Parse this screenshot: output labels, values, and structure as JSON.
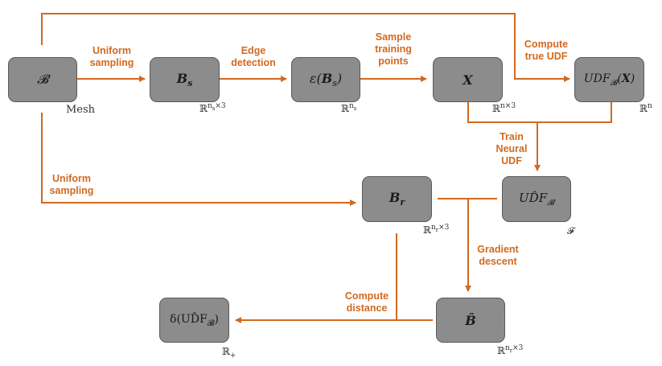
{
  "colors": {
    "arrow": "#d2691e",
    "node_fill": "#8c8c8c",
    "node_border": "#5a5a5a"
  },
  "nodes": {
    "mesh": {
      "label": "𝓑",
      "caption": "Mesh"
    },
    "bs": {
      "label": "B_s",
      "space": "ℝ^{n_s×3}"
    },
    "edges": {
      "label": "ε(B_s)",
      "space": "ℝ^{n_s}"
    },
    "x": {
      "label": "X",
      "space": "ℝ^{n×3}"
    },
    "udf": {
      "label": "UDF_𝓑(X)",
      "space": "ℝ^n"
    },
    "br": {
      "label": "B_r",
      "space": "ℝ^{n_r×3}"
    },
    "udfhat": {
      "label": "UD̂F_𝓑",
      "space": "𝓕"
    },
    "bhat": {
      "label": "B̂",
      "space": "ℝ^{n_r×3}"
    },
    "dist": {
      "label": "δ(UD̂F_𝓑)",
      "space": "ℝ_+"
    }
  },
  "edge_labels": {
    "uniform_sampling_1": [
      "Uniform",
      "sampling"
    ],
    "edge_detection": [
      "Edge",
      "detection"
    ],
    "sample_training": [
      "Sample",
      "training",
      "points"
    ],
    "compute_udf": [
      "Compute",
      "true UDF"
    ],
    "train_neural": [
      "Train",
      "Neural",
      "UDF"
    ],
    "uniform_sampling_2": [
      "Uniform",
      "sampling"
    ],
    "gradient_descent": [
      "Gradient",
      "descent"
    ],
    "compute_distance": [
      "Compute",
      "distance"
    ]
  }
}
